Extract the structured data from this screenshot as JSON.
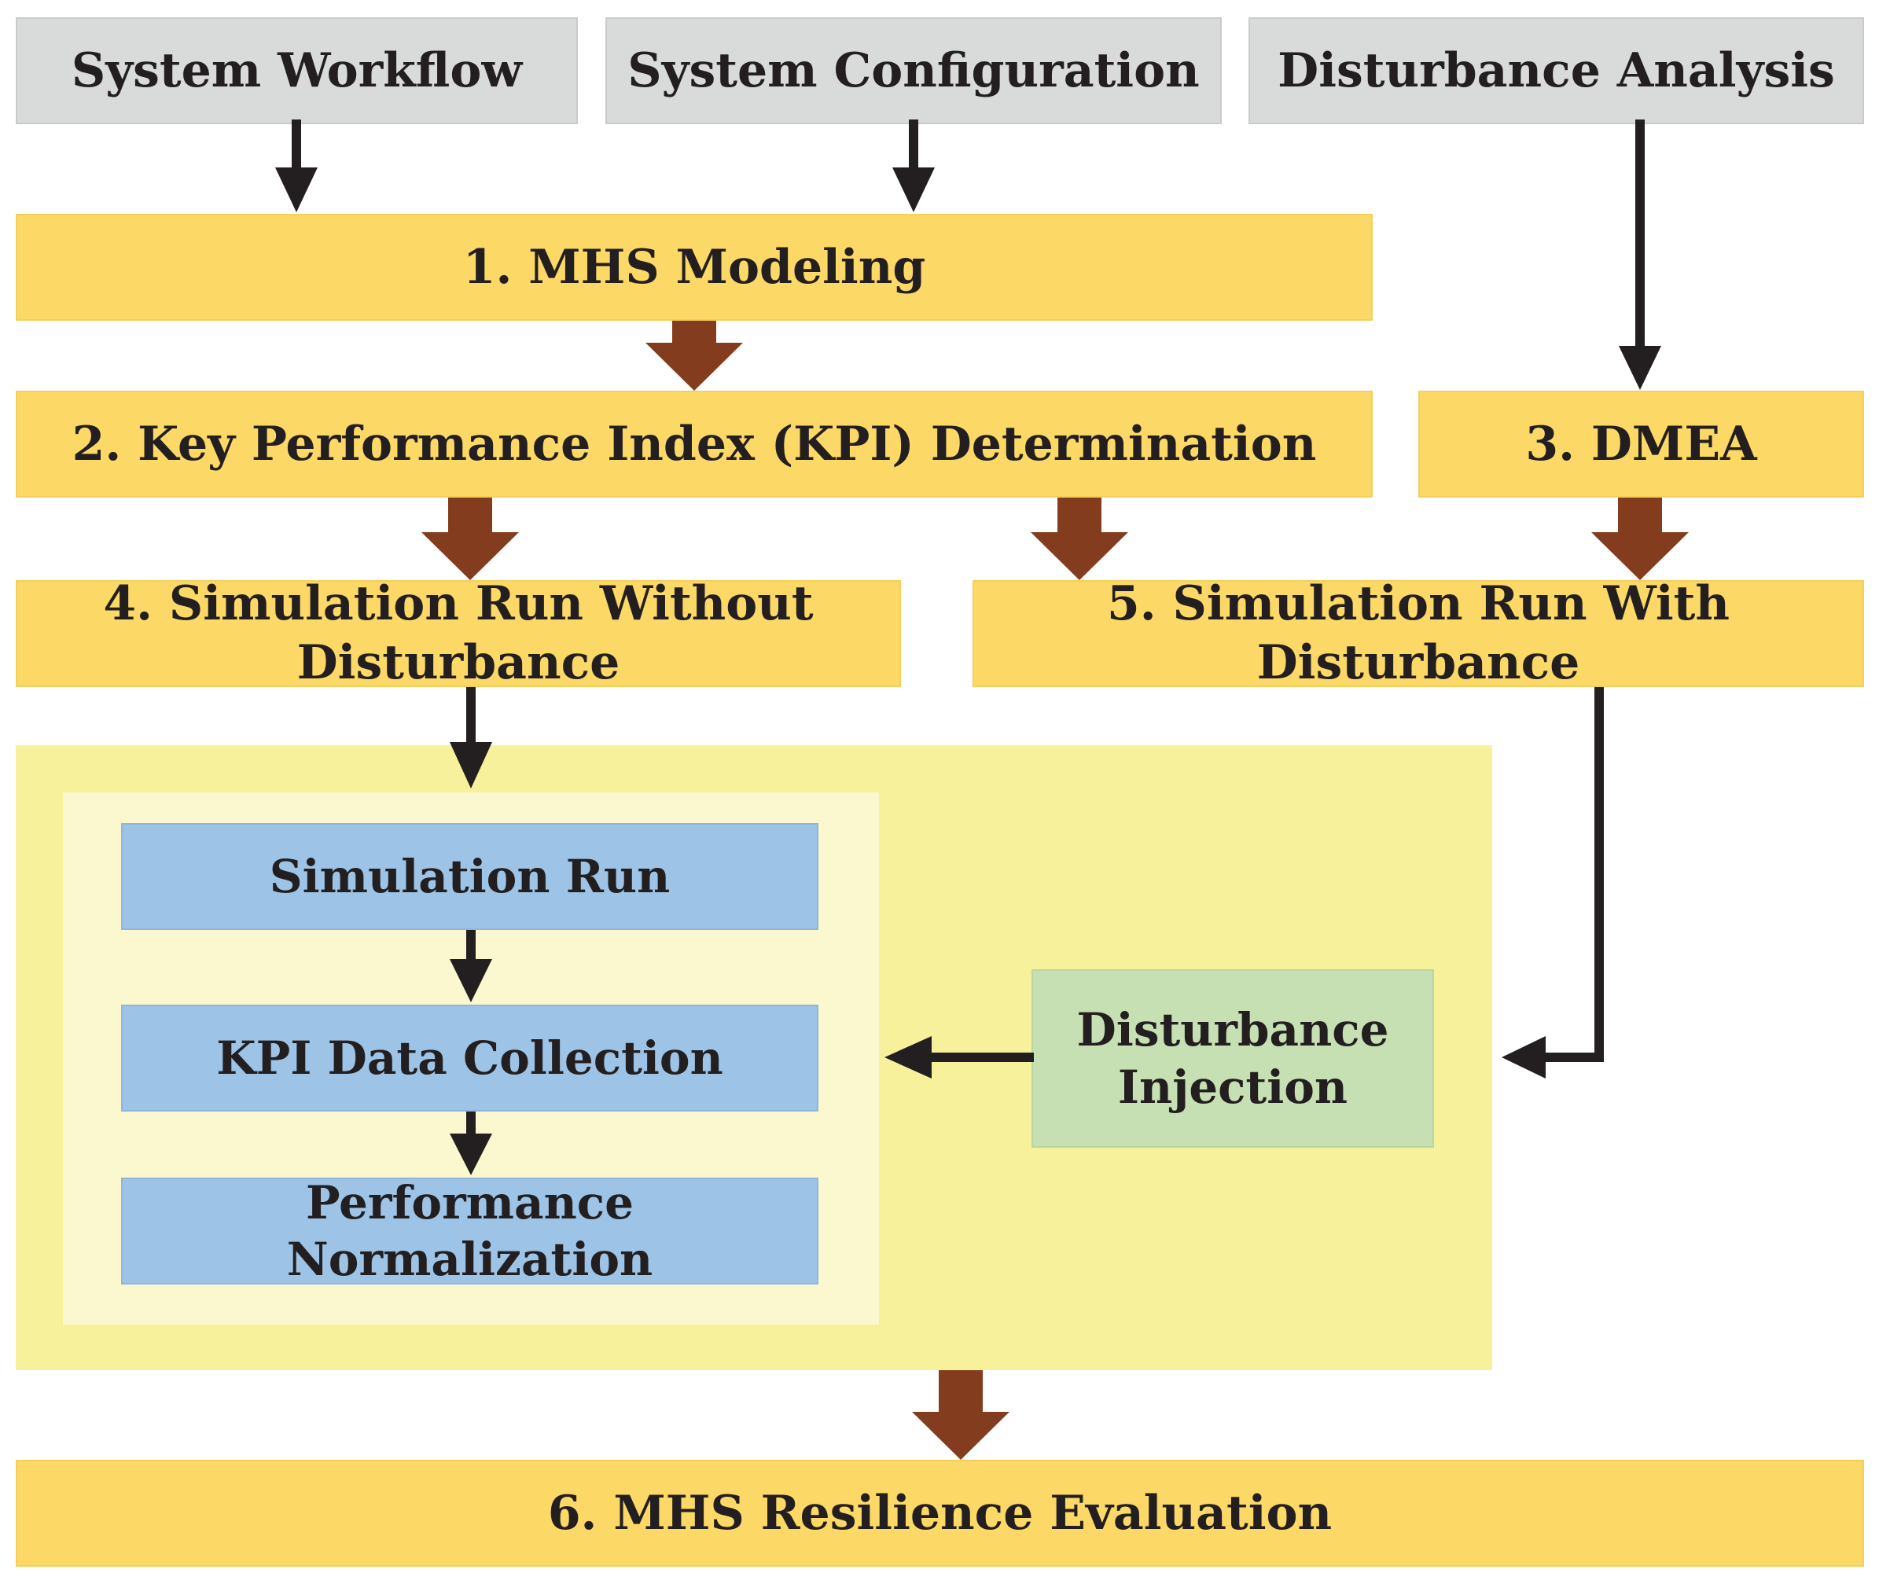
{
  "inputs": {
    "workflow": "System Workflow",
    "configuration": "System Configuration",
    "disturbance_analysis": "Disturbance Analysis"
  },
  "steps": {
    "s1": "1. MHS Modeling",
    "s2": "2. Key Performance Index (KPI) Determination",
    "s3": "3. DMEA",
    "s4": "4. Simulation Run Without Disturbance",
    "s5": "5. Simulation Run With Disturbance",
    "s6": "6. MHS Resilience Evaluation"
  },
  "process": {
    "simulation_run": "Simulation Run",
    "kpi_data_collection": "KPI Data Collection",
    "performance_normalization": "Performance Normalization",
    "disturbance_injection": "Disturbance Injection"
  },
  "colors": {
    "input_box": "#d9dada",
    "step_box": "#fcd867",
    "process_box": "#9dc3e6",
    "injection_box": "#c6e0b4",
    "outer_panel": "#f8f19c",
    "inner_panel": "#fbf8d0",
    "thin_arrow": "#231f20",
    "thick_arrow": "#843c1f"
  }
}
